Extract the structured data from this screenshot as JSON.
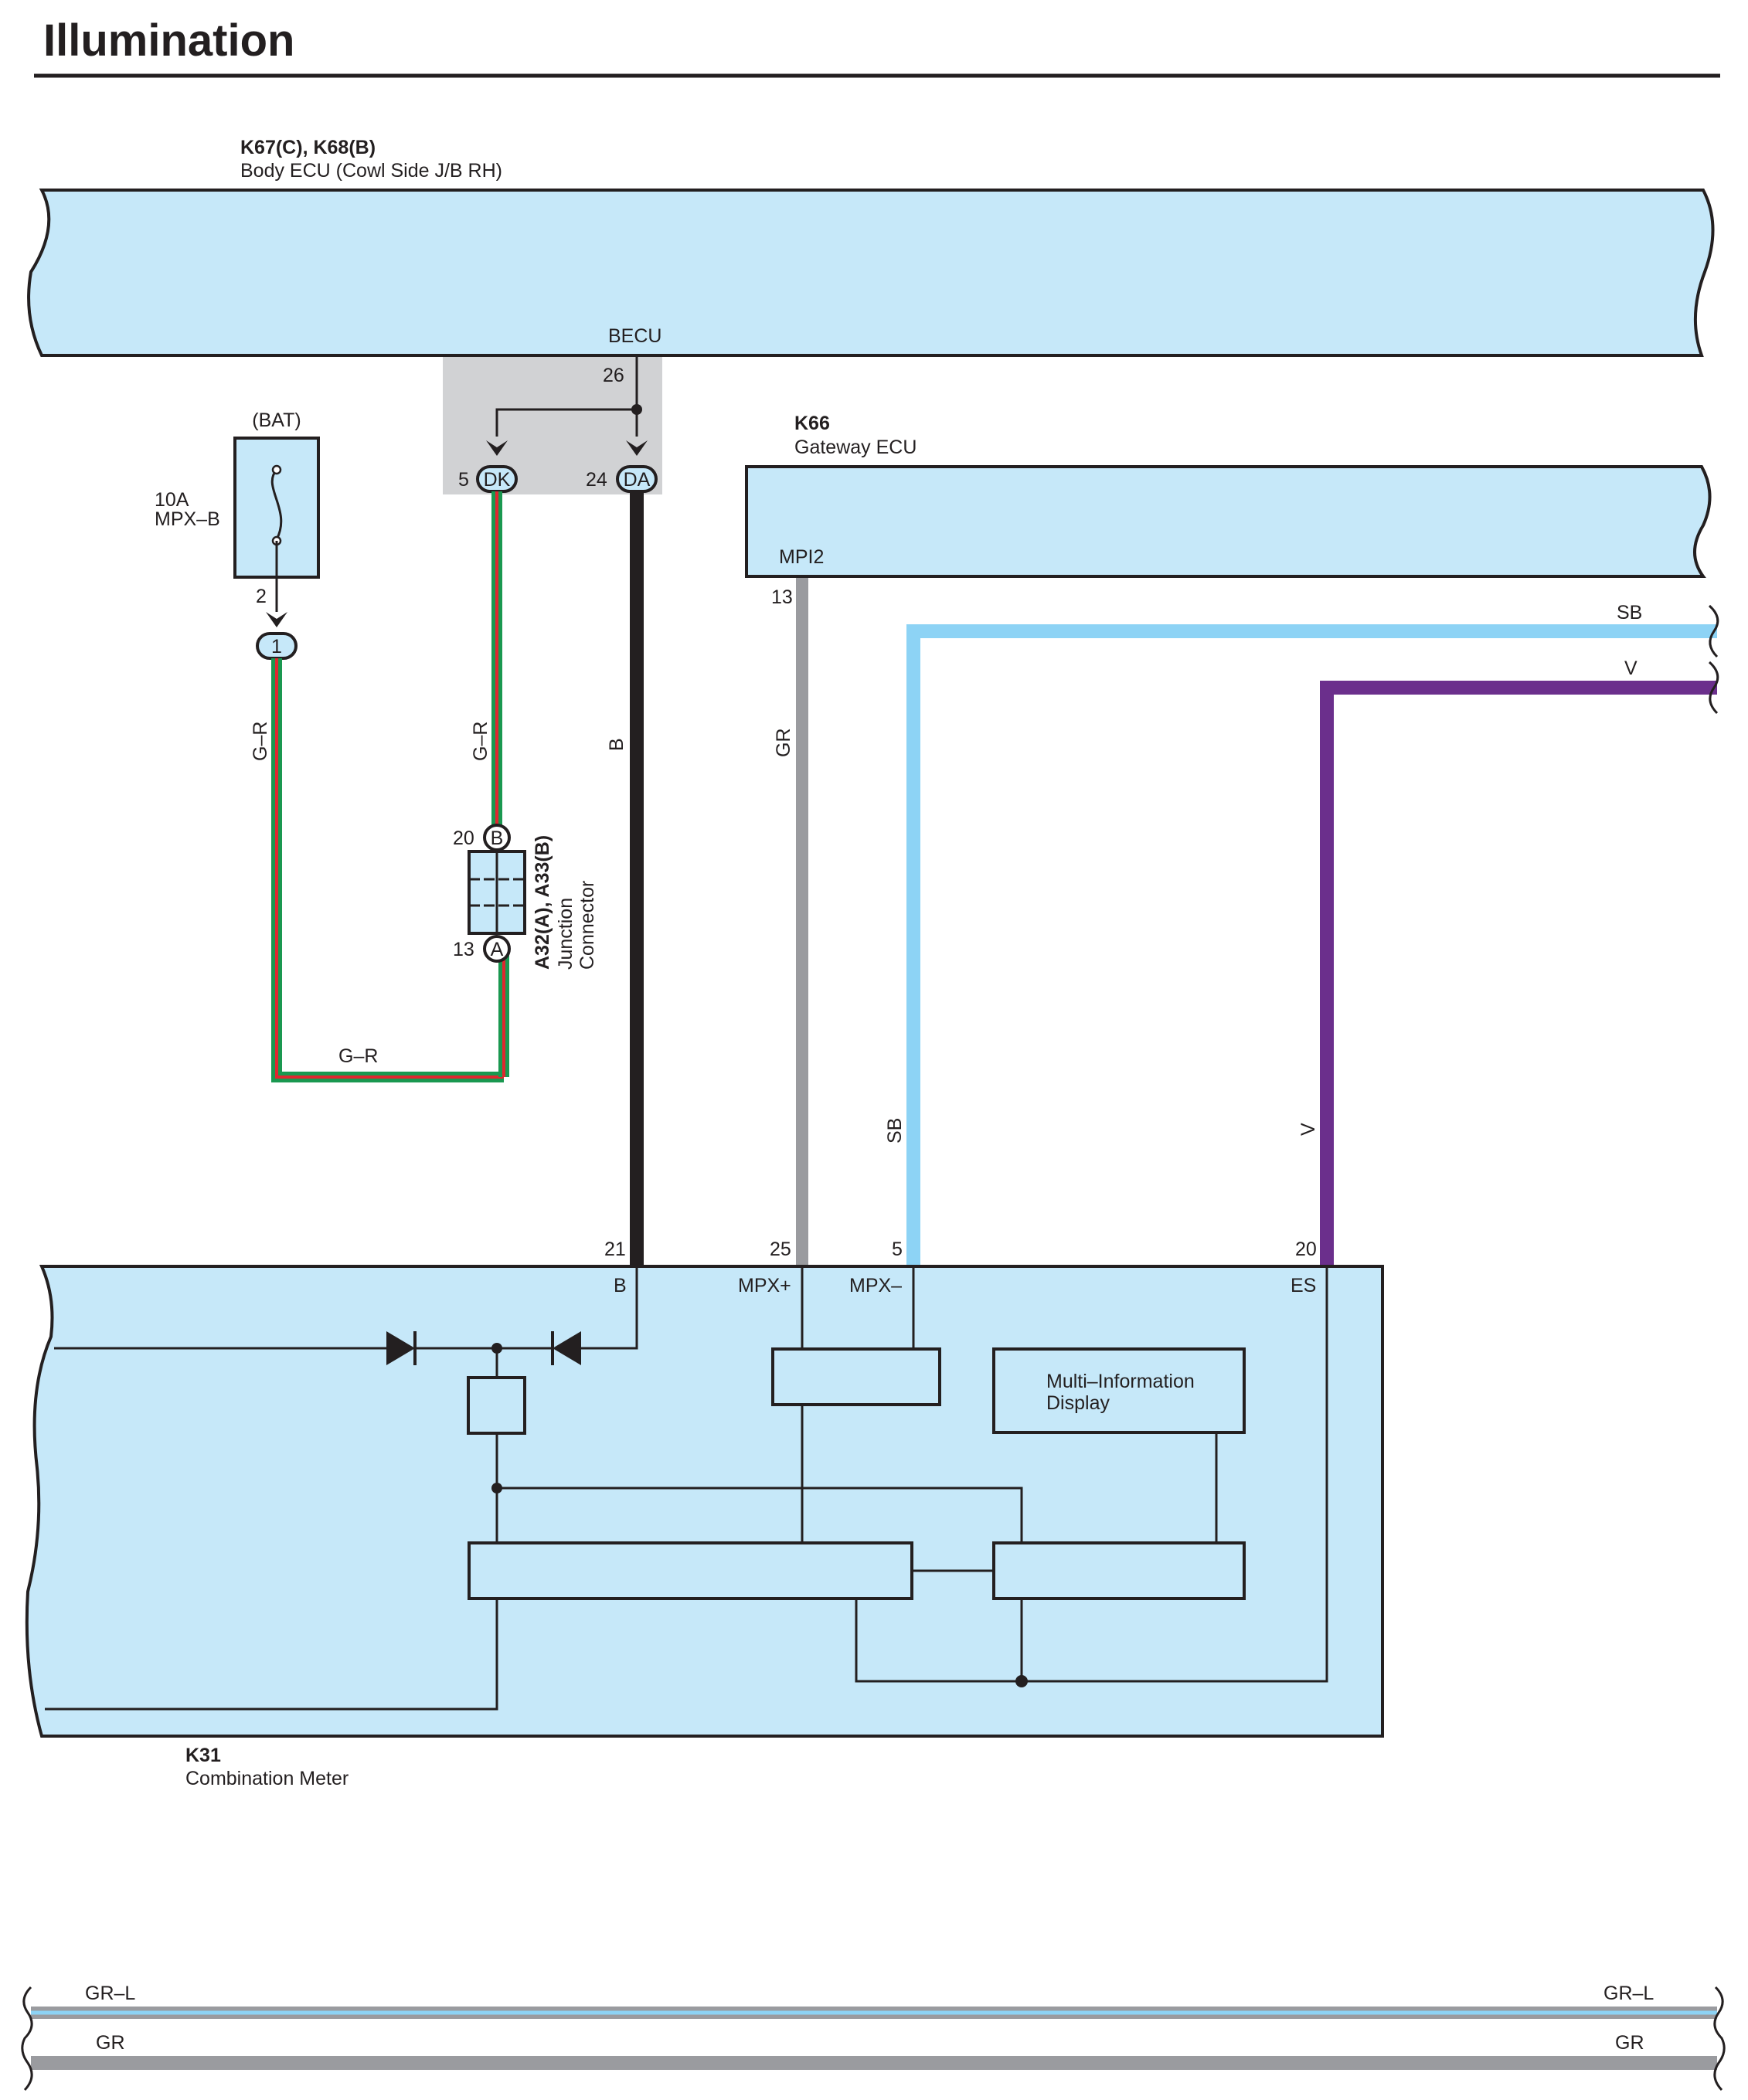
{
  "title": "Illumination",
  "components": {
    "body_ecu": {
      "code": "K67(C), K68(B)",
      "name": "Body ECU (Cowl Side J/B RH)",
      "terminal_group": "BECU"
    },
    "gateway_ecu": {
      "code": "K66",
      "name": "Gateway ECU",
      "terminal": "MPI2"
    },
    "combination_meter": {
      "code": "K31",
      "name": "Combination Meter",
      "mid_line1": "Multi–Information",
      "mid_line2": "Display"
    },
    "fuse": {
      "source": "(BAT)",
      "rating": "10A",
      "name": "MPX–B"
    },
    "junction_connector": {
      "code": "A32(A), A33(B)",
      "name_line1": "Junction",
      "name_line2": "Connector"
    }
  },
  "pins": {
    "becu_26": "26",
    "dk_num": "5",
    "dk_label": "DK",
    "da_num": "24",
    "da_label": "DA",
    "fuse_2": "2",
    "fuse_conn_1": "1",
    "jc_b_num": "20",
    "jc_b_label": "B",
    "jc_a_num": "13",
    "jc_a_label": "A",
    "mpi2_13": "13",
    "meter_21": "21",
    "meter_25": "25",
    "meter_5": "5",
    "meter_20": "20",
    "meter_b": "B",
    "meter_mpx_plus": "MPX+",
    "meter_mpx_minus": "MPX–",
    "meter_es": "ES"
  },
  "wires": {
    "g_r": "G–R",
    "b": "B",
    "gr": "GR",
    "sb": "SB",
    "v": "V",
    "gr_l": "GR–L"
  },
  "colors": {
    "ecu_fill": "#c6e8f9",
    "gray_box": "#d1d2d4",
    "wire_black": "#231f20",
    "wire_gray": "#9a9b9f",
    "wire_sky_blue": "#8dd3f5",
    "wire_violet": "#6b2f8c",
    "wire_green": "#1a9850",
    "wire_red": "#e0272f"
  }
}
